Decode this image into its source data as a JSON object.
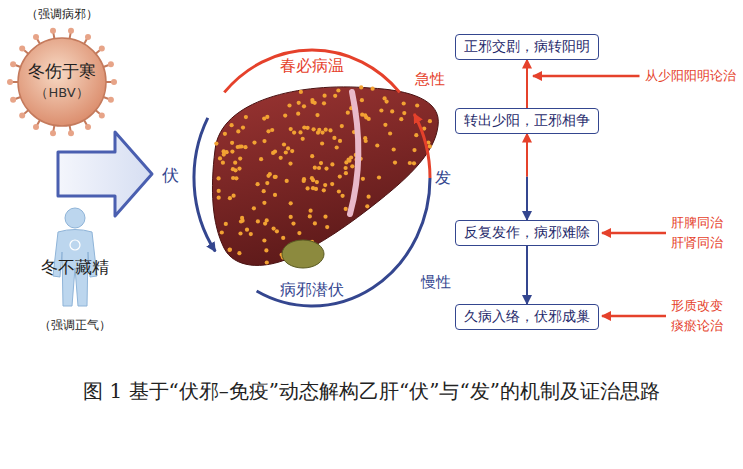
{
  "diagram": {
    "caption": "图 1 基于“伏邪–免疫”动态解构乙肝“伏”与“发”的机制及证治思路",
    "nodes": [
      {
        "text": [
          "（强调病邪）",
          "冬伤于寒",
          "（HBV）"
        ]
      },
      {
        "text": [
          "正邪交剧，病转阳明"
        ]
      },
      {
        "text": [
          "转出少阳，正邪相争"
        ]
      },
      {
        "text": [
          "反复发作，病邪难除"
        ]
      },
      {
        "text": [
          "久病入络，伏邪成巢"
        ]
      }
    ],
    "edges": [
      {
        "from": 2,
        "to": 1,
        "arrow": "to"
      },
      {
        "from": 2,
        "to": 3,
        "arrow": "both"
      },
      {
        "from": 3,
        "to": 4,
        "arrow": "to"
      }
    ],
    "labels": [
      "冬不藏精",
      "（强调正气）",
      "伏",
      "春必病温",
      "病邪潜伏",
      "发",
      "急性",
      "慢性",
      "从少阳阳明论治",
      "肝脾同治",
      "肝肾同治",
      "形质改变",
      "痰瘀论治"
    ]
  }
}
